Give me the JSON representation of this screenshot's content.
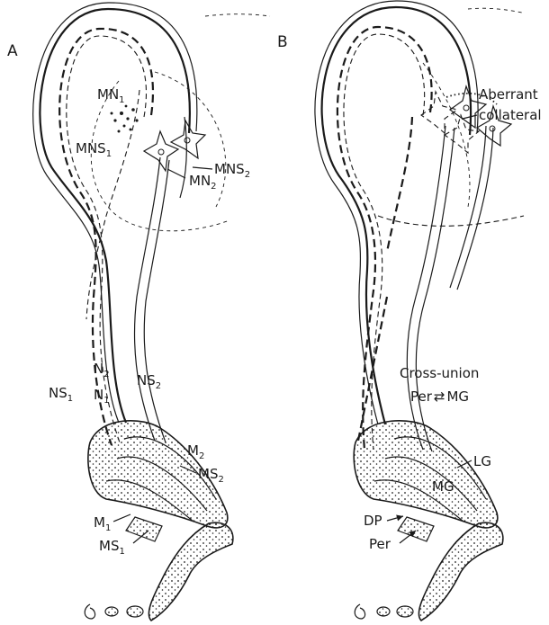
{
  "panels": {
    "a": {
      "panel_label": "A",
      "labels": {
        "mn1": {
          "main": "MN",
          "sub": "1"
        },
        "mns1": {
          "main": "MNS",
          "sub": "1"
        },
        "mns2": {
          "main": "MNS",
          "sub": "2"
        },
        "mn2": {
          "main": "MN",
          "sub": "2"
        },
        "n2": {
          "main": "N",
          "sub": "2"
        },
        "n1": {
          "main": "N",
          "sub": "1"
        },
        "ns1": {
          "main": "NS",
          "sub": "1"
        },
        "ns2": {
          "main": "NS",
          "sub": "2"
        },
        "m2": {
          "main": "M",
          "sub": "2"
        },
        "ms2": {
          "main": "MS",
          "sub": "2"
        },
        "m1": {
          "main": "M",
          "sub": "1"
        },
        "ms1": {
          "main": "MS",
          "sub": "1"
        }
      }
    },
    "b": {
      "panel_label": "B",
      "labels": {
        "aberrant_line1": "Aberrant",
        "aberrant_line2": "collateral",
        "cross_union_line1": "Cross-union",
        "cross_union_per": "Per",
        "cross_union_arrow": "⇄",
        "cross_union_mg": "MG",
        "lg": "LG",
        "mg": "MG",
        "dp": "DP",
        "per": "Per"
      }
    }
  }
}
